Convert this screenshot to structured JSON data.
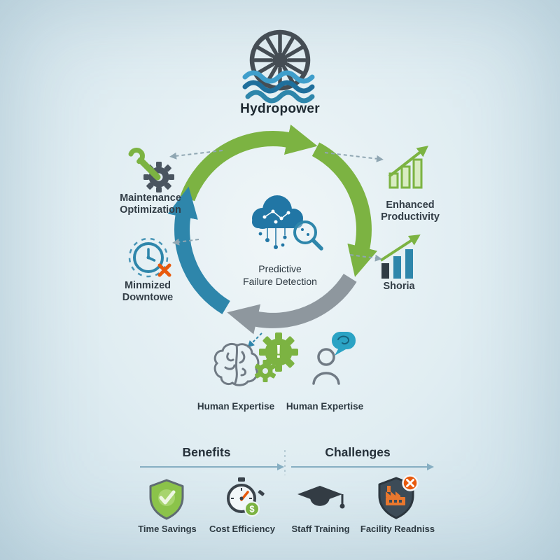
{
  "header": {
    "title": "Hydropower"
  },
  "cycle": {
    "center": {
      "line1": "Predictive",
      "line2": "Failure Detection"
    },
    "maintenance": {
      "line1": "Maintenance",
      "line2": "Optimization"
    },
    "downtime": {
      "line1": "Minmized",
      "line2": "Downtowe"
    },
    "productivity": {
      "line1": "Enhanced",
      "line2": "Productivity"
    },
    "analytics": {
      "line1": "Shoria"
    }
  },
  "expertise": {
    "left": "Human Expertise",
    "right": "Human Expertise"
  },
  "benefits": {
    "title": "Benefits",
    "items": [
      {
        "label": "Time Savings"
      },
      {
        "label": "Cost Efficiency"
      }
    ]
  },
  "challenges": {
    "title": "Challenges",
    "items": [
      {
        "label": "Staff Training"
      },
      {
        "label": "Facility Readniss"
      }
    ]
  },
  "glyphs": {
    "exclamation": "!",
    "dollar": "$"
  },
  "colors": {
    "green": "#7cb342",
    "blue": "#2e86ab",
    "teal": "#2ba3c4",
    "gray_arrow": "#8e979e",
    "dark": "#333e47",
    "orange": "#e8590c",
    "shield_green": "#8bc34a",
    "navy": "#3c4b57"
  }
}
